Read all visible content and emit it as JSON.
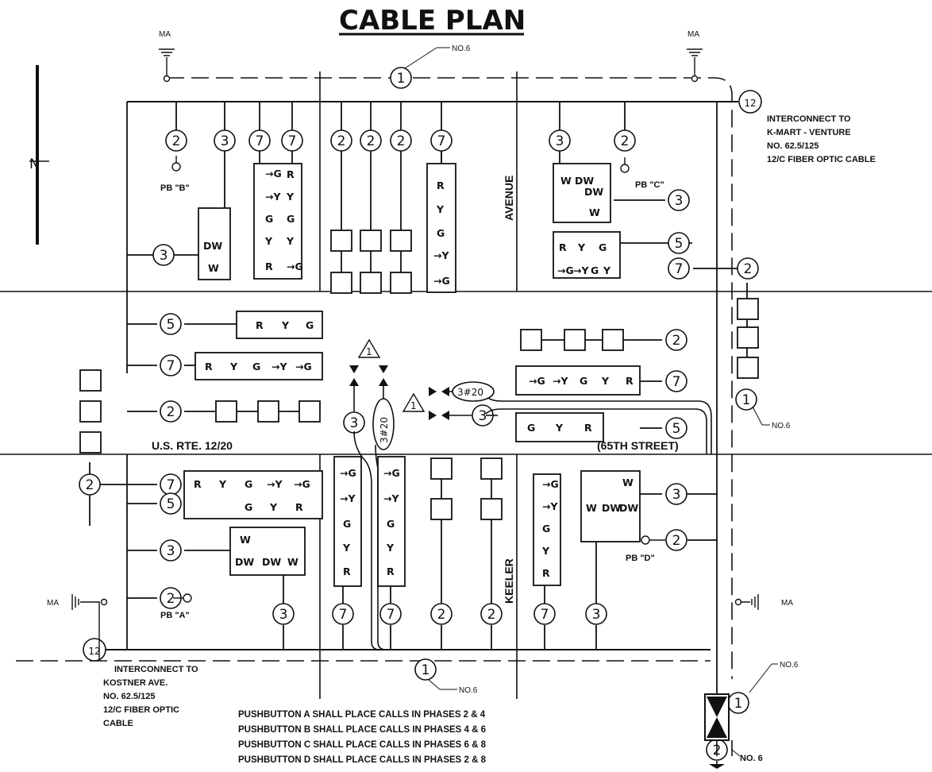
{
  "title": "CABLE PLAN",
  "north_arrow": "N",
  "streets": {
    "us_route": "U.S. RTE. 12/20",
    "street_65th": "(65TH STREET)",
    "avenue": "AVENUE",
    "keeler": "KEELER"
  },
  "interconnect_ne": [
    "INTERCONNECT TO",
    "K-MART - VENTURE",
    "NO. 62.5/125",
    "12/C FIBER OPTIC CABLE"
  ],
  "interconnect_sw": [
    "INTERCONNECT TO",
    "KOSTNER AVE.",
    "NO. 62.5/125",
    "12/C FIBER OPTIC",
    "CABLE"
  ],
  "pushbutton_labels": [
    "PB \"A\"",
    "PB \"B\"",
    "PB \"C\"",
    "PB \"D\""
  ],
  "ma_label": "MA",
  "cable_no6_label": "NO.6",
  "cable_no6_alt": "NO. 6",
  "cable_3_20": "3#20",
  "revision_mark": "1",
  "notes": [
    "PUSHBUTTON A SHALL PLACE CALLS IN PHASES 2 & 4",
    "PUSHBUTTON B SHALL PLACE CALLS IN PHASES 4 & 6",
    "PUSHBUTTON C SHALL PLACE CALLS IN PHASES 6 & 8",
    "PUSHBUTTON D SHALL PLACE CALLS IN PHASES 2 & 8"
  ],
  "cable_numbers": [
    "1",
    "2",
    "3",
    "5",
    "7",
    "12"
  ],
  "signal_letters": [
    "R",
    "Y",
    "G",
    "→Y",
    "→G",
    "W",
    "DW"
  ],
  "colors": {
    "ink": "#111111",
    "paper": "#ffffff"
  }
}
